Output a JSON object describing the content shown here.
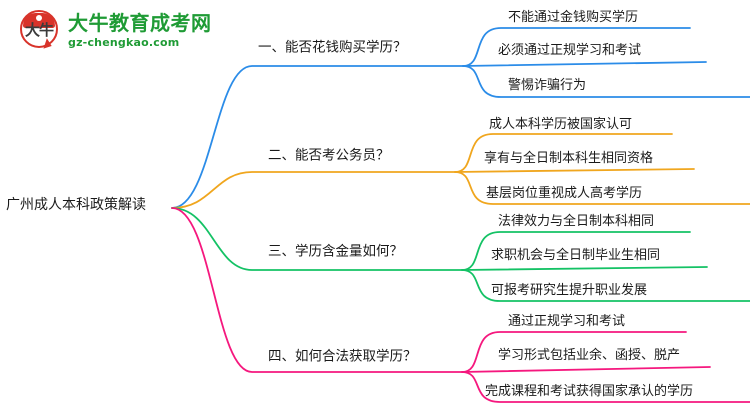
{
  "logo": {
    "mark_text": "大牛",
    "title": "大牛教育成考网",
    "url": "gz-chengkao.com",
    "brand_green": "#1f9b35",
    "brand_red": "#d8332a"
  },
  "mindmap": {
    "root": {
      "label": "广州成人本科政策解读"
    },
    "branches": [
      {
        "label": "一、能否花钱购买学历？",
        "color": "#2b8ce8",
        "children": [
          {
            "label": "不能通过金钱购买学历"
          },
          {
            "label": "必须通过正规学习和考试"
          },
          {
            "label": "警惕诈骗行为"
          }
        ]
      },
      {
        "label": "二、能否考公务员？",
        "color": "#f0a61e",
        "children": [
          {
            "label": "成人本科学历被国家认可"
          },
          {
            "label": "享有与全日制本科生相同资格"
          },
          {
            "label": "基层岗位重视成人高考学历"
          }
        ]
      },
      {
        "label": "三、学历含金量如何？",
        "color": "#14c265",
        "children": [
          {
            "label": "法律效力与全日制本科相同"
          },
          {
            "label": "求职机会与全日制毕业生相同"
          },
          {
            "label": "可报考研究生提升职业发展"
          }
        ]
      },
      {
        "label": "四、如何合法获取学历？",
        "color": "#f5187e",
        "children": [
          {
            "label": "通过正规学习和考试"
          },
          {
            "label": "学习形式包括业余、函授、脱产"
          },
          {
            "label": "完成课程和考试获得国家承认的学历"
          }
        ]
      }
    ]
  }
}
